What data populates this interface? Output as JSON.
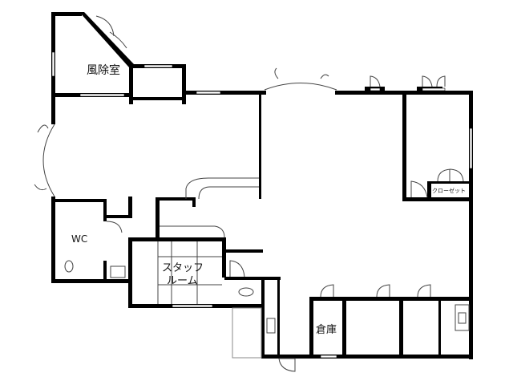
{
  "rooms": {
    "vestibule": "風除室",
    "wc": "WC",
    "staff_room_line1": "スタッフ",
    "staff_room_line2": "ルーム",
    "storage": "倉庫",
    "closet": "クローゼット"
  },
  "colors": {
    "wall": "#000000",
    "thin_line": "#555555",
    "window": "#ffffff",
    "outline": "#888888"
  }
}
